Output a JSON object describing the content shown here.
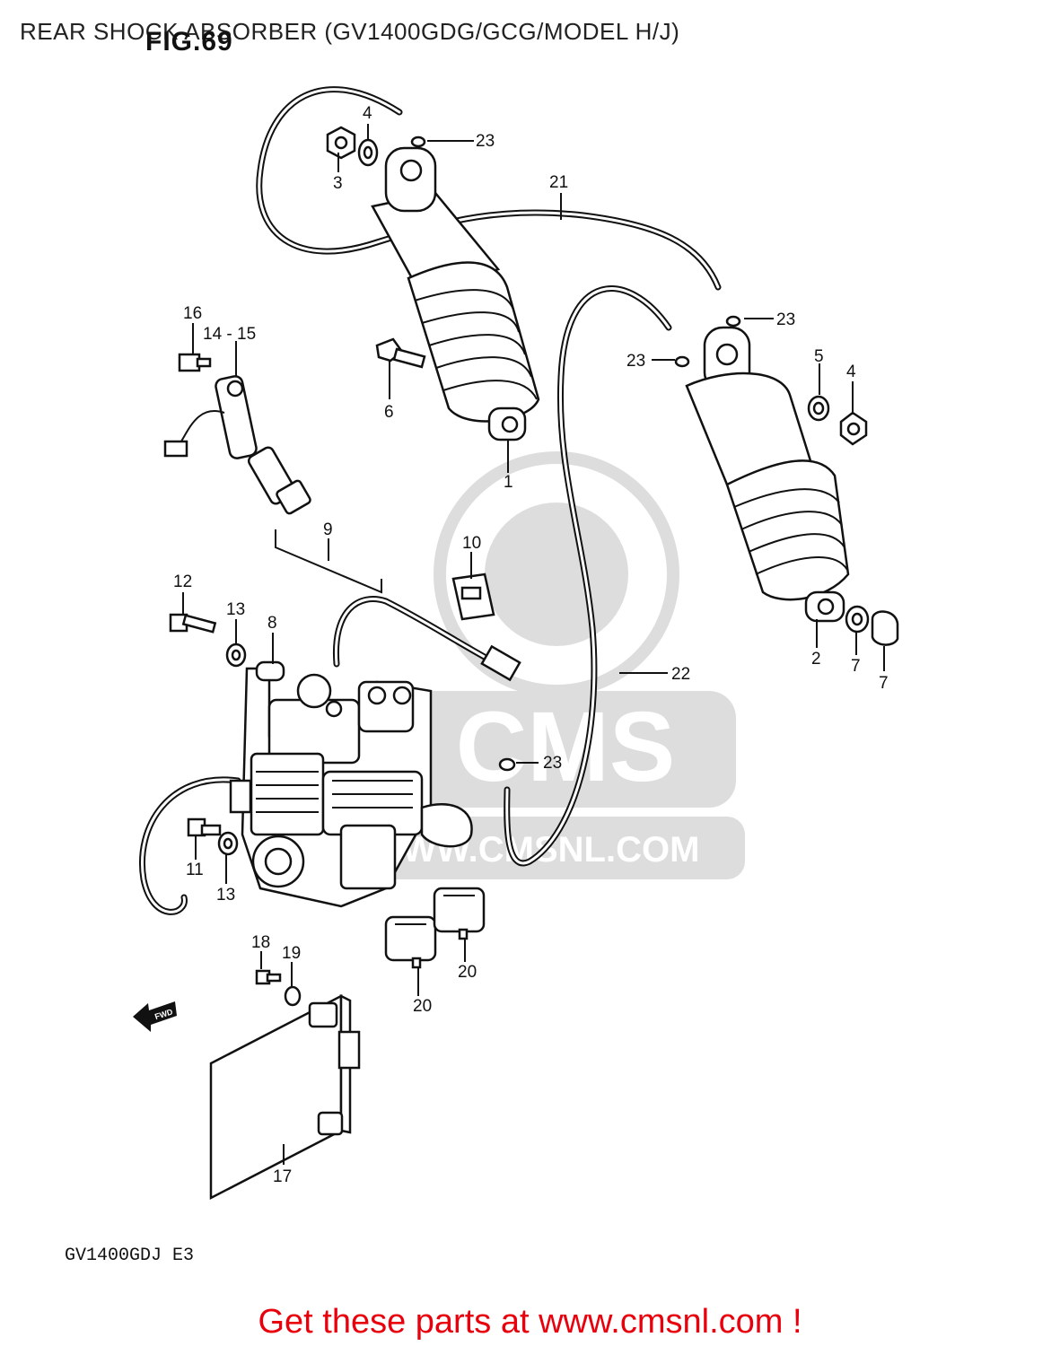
{
  "page": {
    "title": "REAR SHOCK ABSORBER (GV1400GDG/GCG/MODEL H/J)",
    "figure_label": "FIG.69",
    "model_code": "GV1400GDJ E3",
    "call_to_action": "Get these parts at www.cmsnl.com !",
    "fwd_arrow_label": "FWD"
  },
  "watermark": {
    "brand": "CMS",
    "url": "WWW.CMSNL.COM"
  },
  "callouts": [
    "1",
    "2",
    "3",
    "3",
    "4",
    "4",
    "5",
    "6",
    "7",
    "8",
    "9",
    "10",
    "11",
    "12",
    "13",
    "13",
    "14 - 15",
    "16",
    "17",
    "18",
    "19",
    "20",
    "20",
    "21",
    "22",
    "23",
    "23",
    "23",
    "23",
    "23"
  ]
}
